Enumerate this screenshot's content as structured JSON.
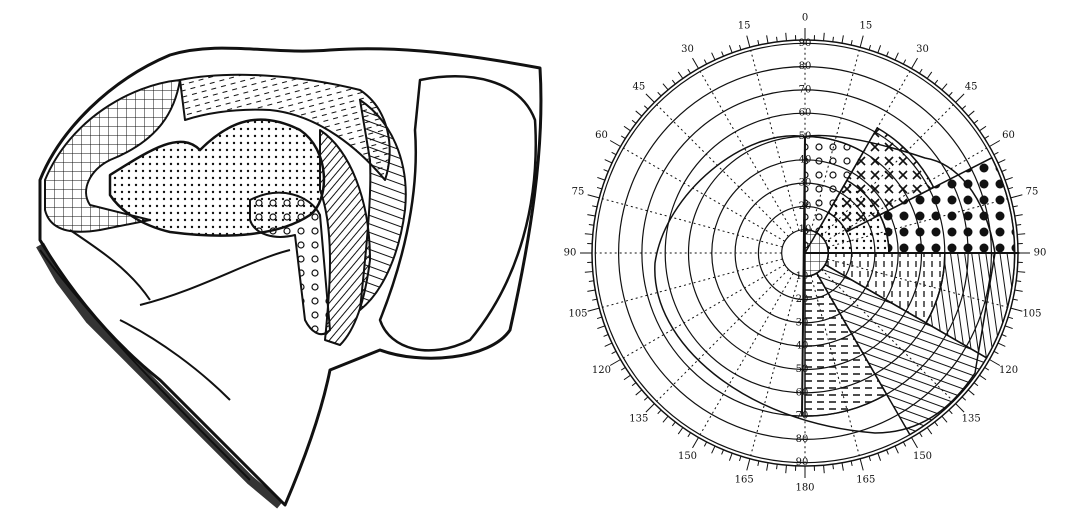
{
  "left_figure": {
    "subject": "brain-cortex-drawing"
  },
  "polar_chart": {
    "meridian_labels_right": [
      "0",
      "15",
      "30",
      "45",
      "60",
      "75",
      "90",
      "105",
      "120",
      "135",
      "150",
      "165",
      "180"
    ],
    "meridian_labels_left": [
      "15",
      "30",
      "45",
      "60",
      "75",
      "90",
      "105",
      "120",
      "135",
      "150",
      "165"
    ],
    "eccentricity_labels": [
      "10",
      "20",
      "30",
      "40",
      "50",
      "60",
      "70",
      "80",
      "90"
    ],
    "colors": {
      "ink": "#111111",
      "paper": "#ffffff"
    }
  }
}
